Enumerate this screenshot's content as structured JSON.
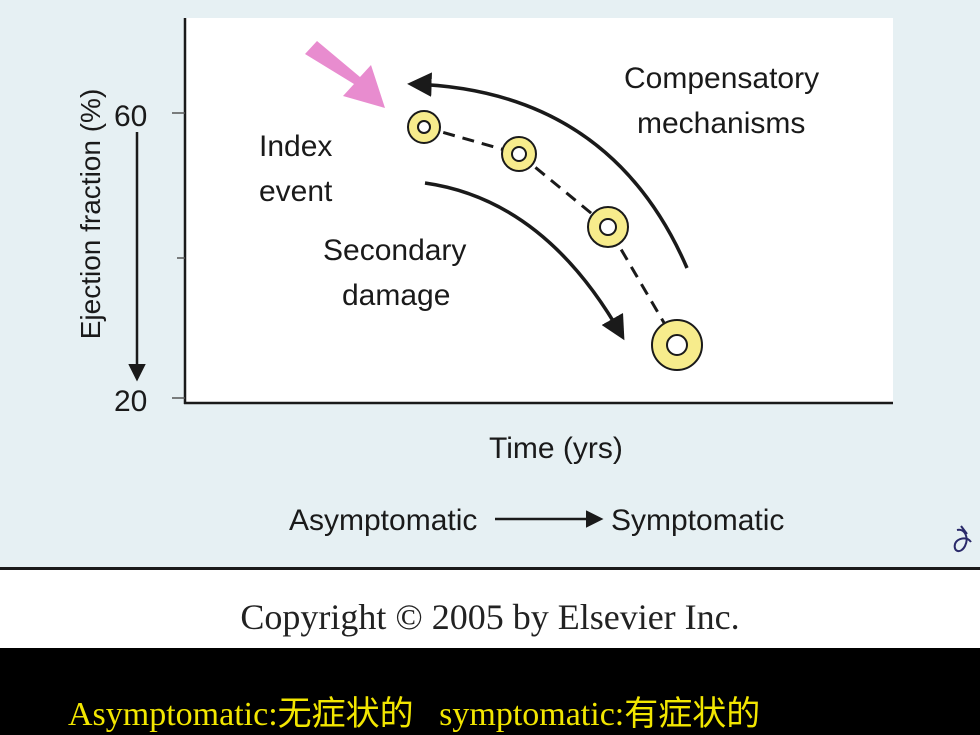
{
  "diagram": {
    "y_axis_label": "Ejection fraction (%)",
    "y_ticks": [
      "60",
      "20"
    ],
    "x_axis_label": "Time (yrs)",
    "annotations": {
      "index_event_line1": "Index",
      "index_event_line2": "event",
      "secondary_line1": "Secondary",
      "secondary_line2": "damage",
      "compensatory_line1": "Compensatory",
      "compensatory_line2": "mechanisms"
    },
    "progression_start": "Asymptomatic",
    "progression_end": "Symptomatic",
    "colors": {
      "panel_background": "#e6f0f3",
      "plot_background": "#ffffff",
      "marker_fill": "#f7ec8c",
      "index_arrow": "#e88ccf"
    }
  },
  "copyright": "Copyright © 2005 by Elsevier Inc.",
  "caption": {
    "text": "Asymptomatic:无症状的   symptomatic:有症状的",
    "color": "#f2e600"
  }
}
